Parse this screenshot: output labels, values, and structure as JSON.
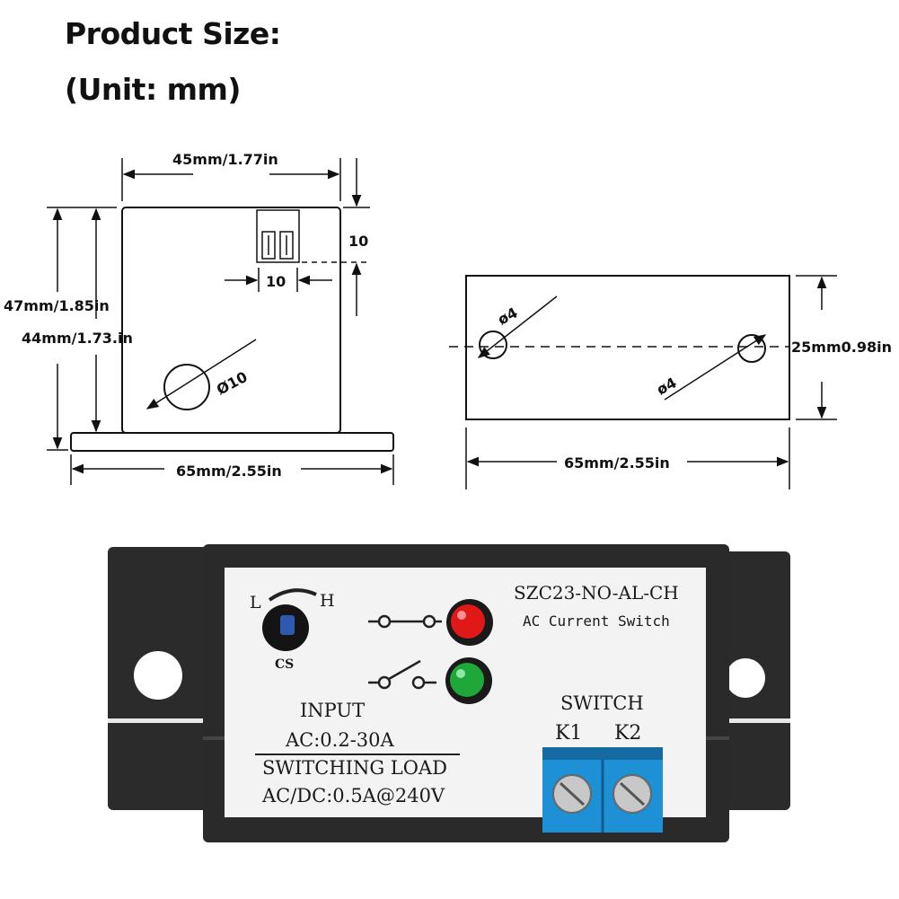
{
  "header": {
    "title": "Product Size:",
    "unit": "(Unit: mm)"
  },
  "front_view": {
    "top_width": "45mm/1.77in",
    "terminal_height": "10",
    "terminal_width": "10",
    "total_height": "47mm/1.85in",
    "body_height": "44mm/1.73.in",
    "hole_diameter": "Ø10",
    "base_width": "65mm/2.55in"
  },
  "top_view": {
    "hole_left": "ø4",
    "hole_right": "ø4",
    "depth": "25mm0.98in",
    "width": "65mm/2.55in"
  },
  "device": {
    "model": "SZC23-NO-AL-CH",
    "subtitle": "AC Current Switch",
    "pot_low": "L",
    "pot_high": "H",
    "pot_label": "CS",
    "input_title": "INPUT",
    "input_range": "AC:0.2-30A",
    "load_title": "SWITCHING LOAD",
    "load_rating": "AC/DC:0.5A@240V",
    "switch_title": "SWITCH",
    "k1": "K1",
    "k2": "K2",
    "colors": {
      "case": "#2a2a2a",
      "panel": "#f3f3f3",
      "led_red": "#e01818",
      "led_green": "#1fa83a",
      "terminal": "#1e90d6"
    }
  }
}
